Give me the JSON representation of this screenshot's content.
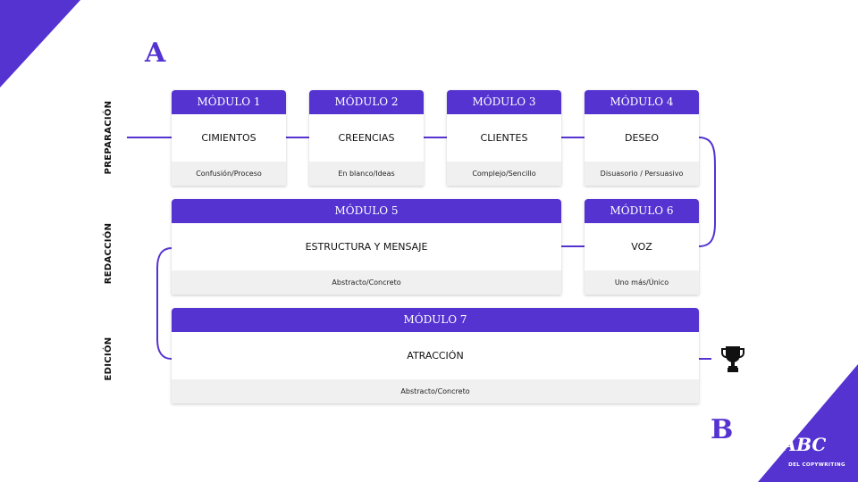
{
  "colors": {
    "accent": "#5533d1",
    "footer_bg": "#f0f0f0"
  },
  "markers": {
    "start": "A",
    "end": "B"
  },
  "phases": [
    {
      "label": "PREPARACIÓN"
    },
    {
      "label": "REDACCIÓN"
    },
    {
      "label": "EDICIÓN"
    }
  ],
  "modules": [
    {
      "header": "MÓDULO 1",
      "title": "CIMIENTOS",
      "subtitle": "Confusión/Proceso"
    },
    {
      "header": "MÓDULO 2",
      "title": "CREENCIAS",
      "subtitle": "En blanco/Ideas"
    },
    {
      "header": "MÓDULO 3",
      "title": "CLIENTES",
      "subtitle": "Complejo/Sencillo"
    },
    {
      "header": "MÓDULO 4",
      "title": "DESEO",
      "subtitle": "Disuasorio / Persuasivo"
    },
    {
      "header": "MÓDULO 5",
      "title": "ESTRUCTURA Y MENSAJE",
      "subtitle": "Abstracto/Concreto"
    },
    {
      "header": "MÓDULO 6",
      "title": "VOZ",
      "subtitle": "Uno más/Único"
    },
    {
      "header": "MÓDULO 7",
      "title": "ATRACCIÓN",
      "subtitle": "Abstracto/Concreto"
    }
  ],
  "goal_icon": "trophy-icon",
  "logo": {
    "mark": "ABC",
    "tagline": "DEL COPYWRITING"
  }
}
